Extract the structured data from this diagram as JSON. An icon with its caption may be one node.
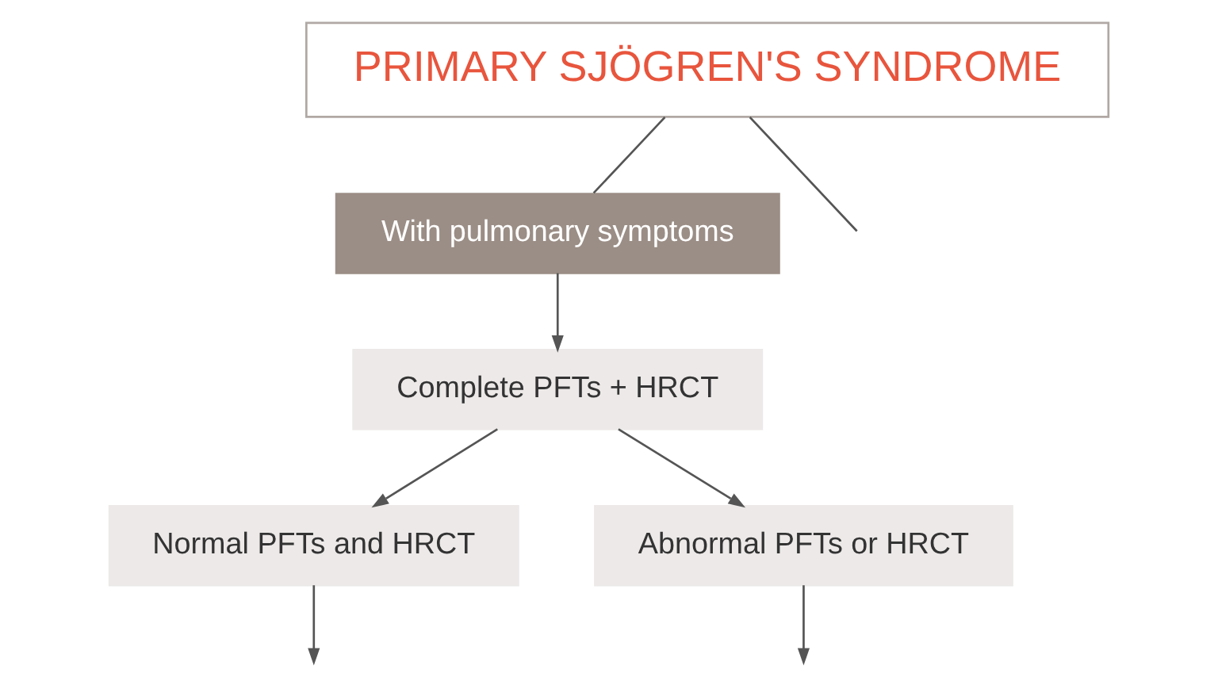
{
  "diagram": {
    "nodes": [
      {
        "text": [
          "PRIMARY SJÖGREN'S SYNDROME"
        ]
      },
      {
        "text": [
          "With pulmonary symptoms"
        ]
      },
      {
        "text": [
          "Complete PFTs + HRCT"
        ]
      },
      {
        "text": [
          "Normal PFTs and HRCT"
        ]
      },
      {
        "text": [
          "Abnormal PFTs or HRCT"
        ]
      }
    ],
    "edges": [
      {
        "from": 0,
        "to": null,
        "arrow": "none"
      },
      {
        "from": 0,
        "to": 1,
        "arrow": "none"
      },
      {
        "from": 1,
        "to": 2,
        "arrow": "to"
      },
      {
        "from": 2,
        "to": 3,
        "arrow": "to"
      },
      {
        "from": 2,
        "to": 4,
        "arrow": "to"
      },
      {
        "from": 3,
        "to": null,
        "arrow": "to"
      },
      {
        "from": 4,
        "to": null,
        "arrow": "to"
      }
    ]
  }
}
